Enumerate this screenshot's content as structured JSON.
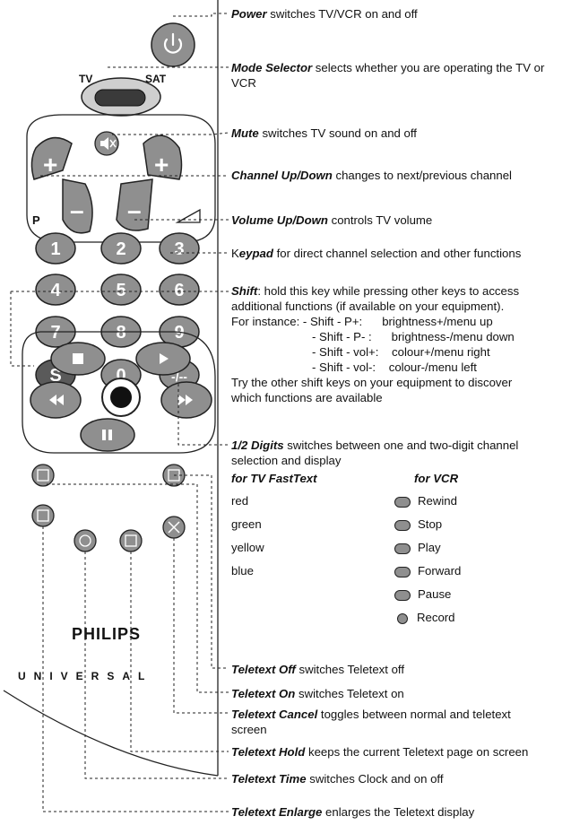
{
  "remote": {
    "mode_labels": {
      "tv": "TV",
      "sat": "SAT"
    },
    "p_label": "P",
    "keypad": [
      "1",
      "2",
      "3",
      "4",
      "5",
      "6",
      "7",
      "8",
      "9",
      "S",
      "0",
      "-/--"
    ],
    "brand": "PHILIPS",
    "brand_sub": "UNIVERSAL",
    "colors": {
      "body": "#d4d4d4",
      "button": "#8f8f8f",
      "button_dark": "#5a5a5a",
      "outline": "#222222"
    },
    "icons": [
      "power-icon",
      "mute-icon",
      "volume-wedge-icon",
      "stop-icon",
      "play-icon",
      "rewind-icon",
      "forward-icon",
      "pause-icon",
      "record-icon",
      "teletext-off-icon",
      "teletext-on-icon",
      "teletext-cancel-icon",
      "teletext-hold-icon",
      "teletext-time-icon",
      "teletext-enlarge-icon"
    ]
  },
  "annotations": {
    "power": {
      "term": "Power",
      "desc": " switches TV/VCR on and off"
    },
    "mode": {
      "term": "Mode Selector",
      "desc": " selects whether you are operating the TV or",
      "line2": "VCR"
    },
    "mute": {
      "term": "Mute",
      "desc": " switches TV sound on and off"
    },
    "channel": {
      "term": "Channel Up/Down",
      "desc": " changes to next/previous channel"
    },
    "volume": {
      "term": "Volume Up/Down",
      "desc": " controls TV volume"
    },
    "keypad": {
      "prefix": "K",
      "term": "eypad",
      "desc": " for direct channel selection and other functions"
    },
    "shift": {
      "term": "Shift",
      "desc": ": hold this key while pressing other keys to access",
      "line2": "additional functions (if available on your equipment).",
      "line3": "For instance: - Shift - P+:      brightness+/menu up",
      "line4": "- Shift - P- :      brightness-/menu down",
      "line5": "- Shift - vol+:    colour+/menu right",
      "line6": "- Shift - vol-:    colour-/menu left",
      "line7": "Try the other shift keys on your equipment to discover",
      "line8": "which functions are available"
    },
    "digits": {
      "term": "1/2 Digits",
      "desc": " switches between one and two-digit channel",
      "line2": "selection and display"
    },
    "teletext_off": {
      "term": "Teletext Off",
      "desc": " switches Teletext off"
    },
    "teletext_on": {
      "term": "Teletext On",
      "desc": " switches Teletext on"
    },
    "teletext_cancel": {
      "term": "Teletext Cancel",
      "desc": " toggles between normal and teletext",
      "line2": "screen"
    },
    "teletext_hold": {
      "term": "Teletext Hold",
      "desc": " keeps the current Teletext page on screen"
    },
    "teletext_time": {
      "term": "Teletext Time",
      "desc": " switches Clock and on off"
    },
    "teletext_enlarge": {
      "term": "Teletext Enlarge",
      "desc": " enlarges the Teletext display"
    }
  },
  "fasttext": {
    "tv_header": "for TV FastText",
    "vcr_header": "for VCR",
    "tv_items": [
      "red",
      "green",
      "yellow",
      "blue"
    ],
    "vcr_items": [
      "Rewind",
      "Stop",
      "Play",
      "Forward",
      "Pause",
      "Record"
    ]
  }
}
